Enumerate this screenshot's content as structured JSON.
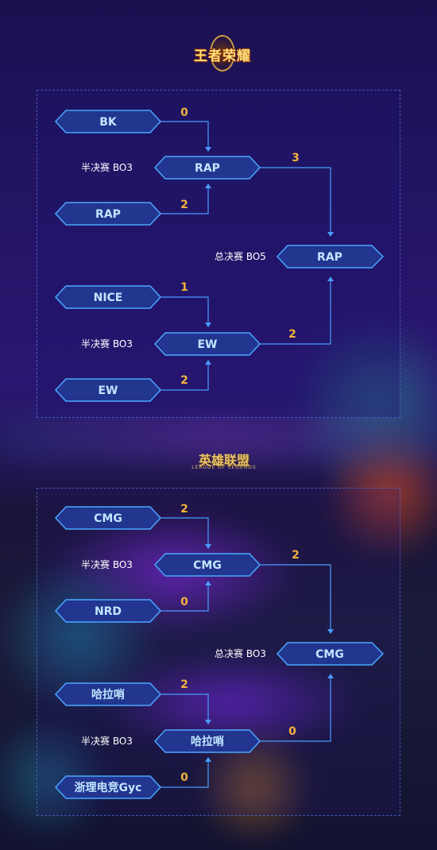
{
  "brackets": [
    {
      "game_logo": "王者荣耀",
      "semifinal_1": {
        "label": "半决赛 BO3",
        "team_a": {
          "name": "BK",
          "score": "0"
        },
        "team_b": {
          "name": "RAP",
          "score": "2"
        },
        "winner": "RAP",
        "winner_score": "3"
      },
      "semifinal_2": {
        "label": "半决赛 BO3",
        "team_a": {
          "name": "NICE",
          "score": "1"
        },
        "team_b": {
          "name": "EW",
          "score": "2"
        },
        "winner": "EW",
        "winner_score": "2"
      },
      "final": {
        "label": "总决赛 BO5",
        "winner": "RAP"
      }
    },
    {
      "game_logo": "英雄联盟",
      "game_logo_sub": "LEAGUE OF LEGENDS",
      "semifinal_1": {
        "label": "半决赛 BO3",
        "team_a": {
          "name": "CMG",
          "score": "2"
        },
        "team_b": {
          "name": "NRD",
          "score": "0"
        },
        "winner": "CMG",
        "winner_score": "2"
      },
      "semifinal_2": {
        "label": "半决赛 BO3",
        "team_a": {
          "name": "哈拉哨",
          "score": "2"
        },
        "team_b": {
          "name": "浙理电竞Gyc",
          "score": "0"
        },
        "winner": "哈拉哨",
        "winner_score": "0"
      },
      "final": {
        "label": "总决赛 BO3",
        "winner": "CMG"
      }
    }
  ],
  "colors": {
    "box_fill": "#22358f",
    "box_stroke": "#4aa8ff",
    "team_text": "#bfe6ff",
    "score_text": "#f3b13c",
    "connector": "#4a9cff"
  }
}
